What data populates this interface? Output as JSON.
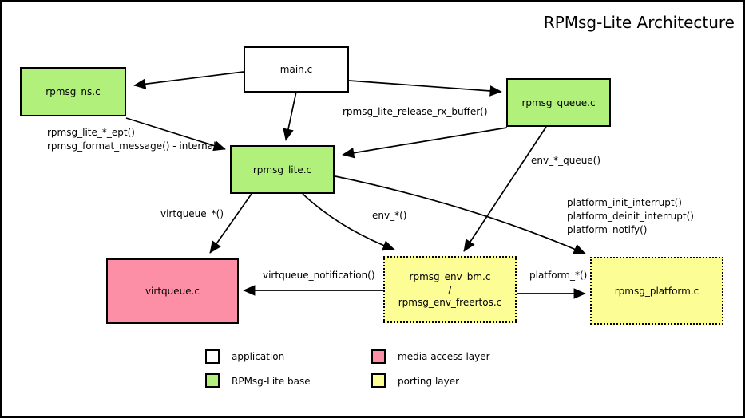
{
  "title": "RPMsg-Lite Architecture",
  "colors": {
    "application": "#FFFFFF",
    "rpmsg_lite_base": "#B2F07C",
    "media_access_layer": "#FC8EA5",
    "porting_layer": "#FDFD96",
    "line": "#000000"
  },
  "nodes": {
    "main": {
      "label": "main.c"
    },
    "ns": {
      "label": "rpmsg_ns.c"
    },
    "queue": {
      "label": "rpmsg_queue.c"
    },
    "lite": {
      "label": "rpmsg_lite.c"
    },
    "virtqueue": {
      "label": "virtqueue.c"
    },
    "env": {
      "line1": "rpmsg_env_bm.c",
      "line2": "/",
      "line3": "rpmsg_env_freertos.c"
    },
    "platform": {
      "label": "rpmsg_platform.c"
    }
  },
  "edge_labels": {
    "ept_line1": "rpmsg_lite_*_ept()",
    "ept_line2": "rpmsg_format_message() - internal",
    "release_rx": "rpmsg_lite_release_rx_buffer()",
    "env_queue": "env_*_queue()",
    "virtqueue_star": "virtqueue_*()",
    "env_star": "env_*()",
    "platform_init": "platform_init_interrupt()",
    "platform_deinit": "platform_deinit_interrupt()",
    "platform_notify": "platform_notify()",
    "virtqueue_notification": "virtqueue_notification()",
    "platform_star": "platform_*()"
  },
  "legend": {
    "application": "application",
    "rpmsg_lite_base": "RPMsg-Lite base",
    "media_access_layer": "media access layer",
    "porting_layer": "porting layer"
  }
}
